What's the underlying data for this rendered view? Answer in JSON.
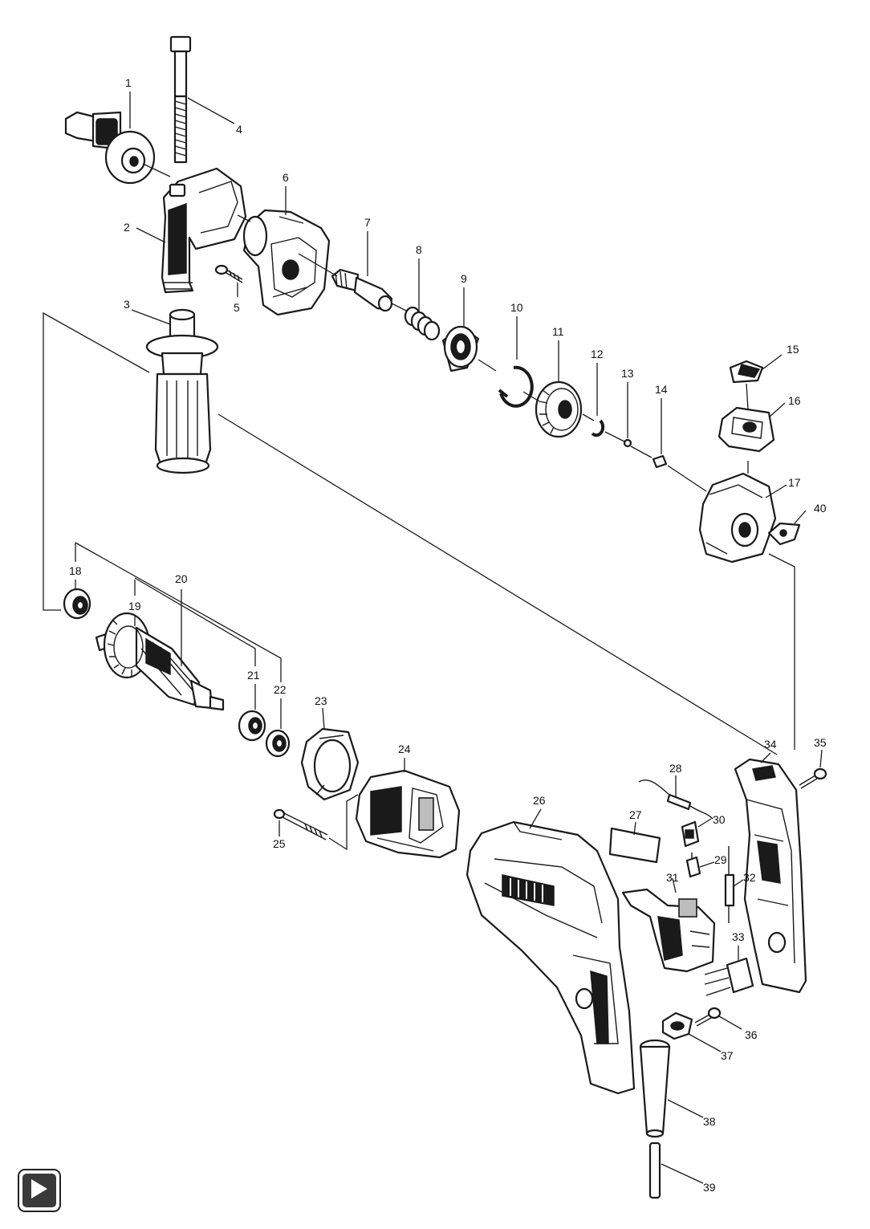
{
  "diagram": {
    "labels": [
      "1",
      "2",
      "3",
      "4",
      "5",
      "6",
      "7",
      "8",
      "9",
      "10",
      "11",
      "12",
      "13",
      "14",
      "15",
      "16",
      "17",
      "18",
      "19",
      "20",
      "21",
      "22",
      "23",
      "24",
      "25",
      "26",
      "27",
      "28",
      "29",
      "30",
      "31",
      "32",
      "33",
      "34",
      "35",
      "36",
      "37",
      "38",
      "39",
      "40"
    ]
  },
  "controls": {
    "play_icon": "play-icon"
  }
}
